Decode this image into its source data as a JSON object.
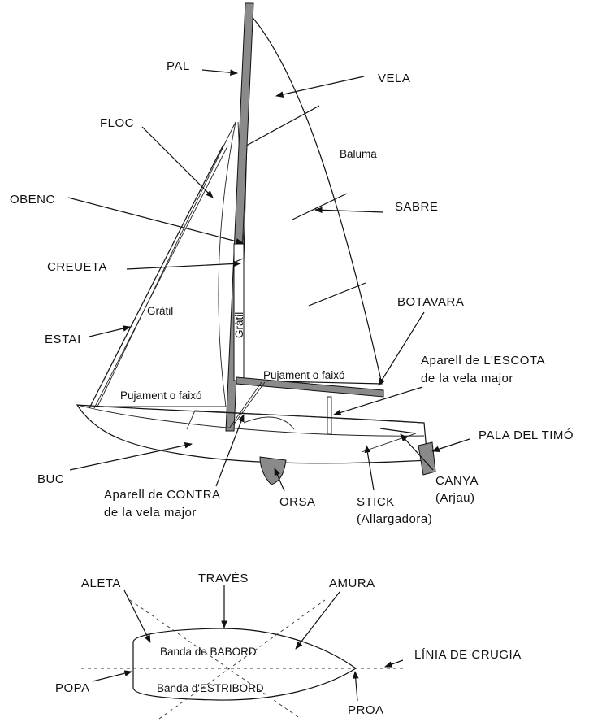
{
  "sailboat": {
    "labels": {
      "pal": "PAL",
      "vela": "VELA",
      "floc": "FLOC",
      "obenc": "OBENC",
      "crueta": "CREUETA",
      "estai": "ESTAI",
      "buc": "BUC",
      "baluma": "Baluma",
      "sabre": "SABRE",
      "botavara": "BOTAVARA",
      "escota_line1": "Aparell de L'ESCOTA",
      "escota_line2": "de la vela major",
      "pala_timo": "PALA DEL TIMÓ",
      "canya_line1": "CANYA",
      "canya_line2": "(Arjau)",
      "stick_line1": "STICK",
      "stick_line2": "(Allargadora)",
      "orsa": "ORSA",
      "contra_line1": "Aparell de  CONTRA",
      "contra_line2": "de la vela major",
      "gratil_jib": "Gràtil",
      "gratil_main": "Gràtil",
      "pujament_main": "Pujament o faixó",
      "pujament_jib": "Pujament o faixó"
    }
  },
  "hull_plan": {
    "labels": {
      "aleta": "ALETA",
      "traves": "TRAVÉS",
      "amura": "AMURA",
      "babord": "Banda de BABORD",
      "estribord": "Banda d'ESTRIBORD",
      "linia_crugia": "LÍNIA DE CRUGIA",
      "popa": "POPA",
      "proa": "PROA"
    }
  }
}
